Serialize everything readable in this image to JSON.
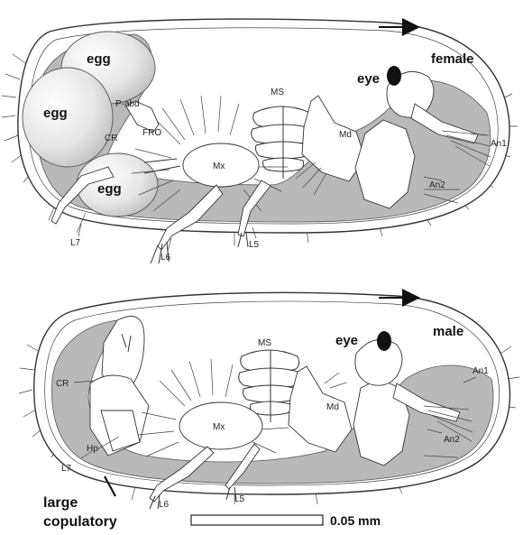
{
  "female": {
    "labels": {
      "egg1": "egg",
      "egg2": "egg",
      "egg3": "egg",
      "p_abd": "P-abd",
      "cr": "CR",
      "fro": "FRO",
      "ms": "MS",
      "md": "Md",
      "mx": "Mx",
      "eye": "eye",
      "sex": "female",
      "an1": "An1",
      "an2": "An2",
      "l7": "L7",
      "l6": "L6",
      "l5": "L5"
    }
  },
  "male": {
    "labels": {
      "cr": "CR",
      "ms": "MS",
      "md": "Md",
      "mx": "Mx",
      "eye": "eye",
      "sex": "male",
      "an1": "An1",
      "an2": "An2",
      "hp": "Hp",
      "l7": "L7",
      "l6": "L6",
      "l5": "L5",
      "note_line1": "large",
      "note_line2": "copulatory"
    }
  },
  "scale_bar": {
    "label": "0.05 mm"
  },
  "colors": {
    "body_fill": "#b9b9b9",
    "outline": "#333333",
    "eye": "#111111"
  },
  "icons": {
    "direction_arrow": "arrow-right-icon"
  }
}
